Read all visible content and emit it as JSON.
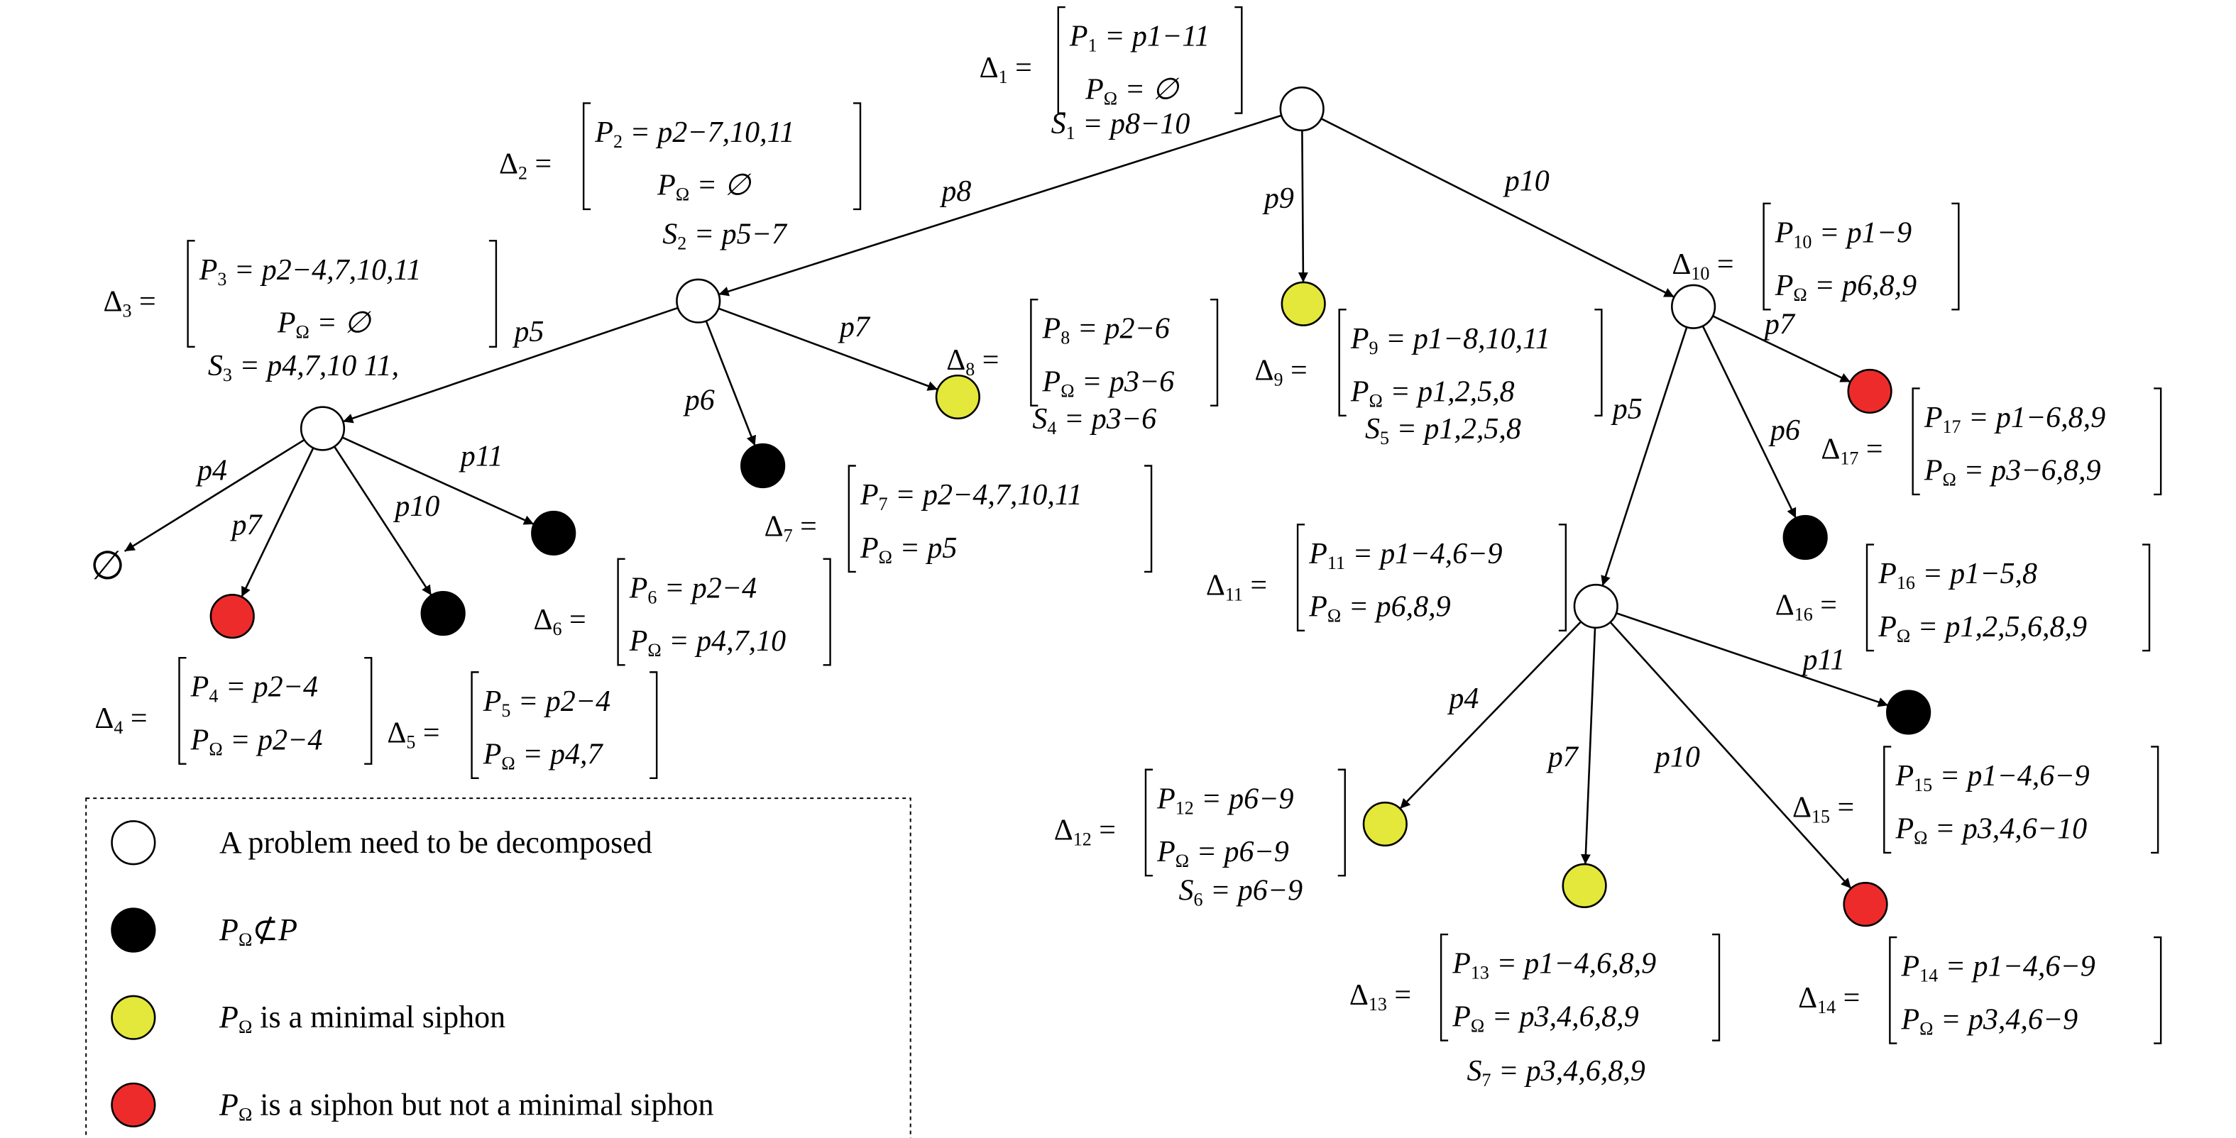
{
  "colors": {
    "unexpanded": "#ffffff",
    "not_subset": "#000000",
    "minimal_siphon": "#e3e83a",
    "non_minimal_siphon": "#ee2b2b"
  },
  "nodes": [
    {
      "id": "n1",
      "type": "unexpanded"
    },
    {
      "id": "n2",
      "type": "unexpanded"
    },
    {
      "id": "n3",
      "type": "unexpanded"
    },
    {
      "id": "n4",
      "type": "non_minimal_siphon"
    },
    {
      "id": "n5",
      "type": "not_subset"
    },
    {
      "id": "n6",
      "type": "not_subset"
    },
    {
      "id": "n7",
      "type": "not_subset"
    },
    {
      "id": "n8",
      "type": "minimal_siphon"
    },
    {
      "id": "n9",
      "type": "minimal_siphon"
    },
    {
      "id": "n10",
      "type": "unexpanded"
    },
    {
      "id": "n11",
      "type": "unexpanded"
    },
    {
      "id": "n12",
      "type": "minimal_siphon"
    },
    {
      "id": "n13",
      "type": "minimal_siphon"
    },
    {
      "id": "n14",
      "type": "non_minimal_siphon"
    },
    {
      "id": "n15",
      "type": "not_subset"
    },
    {
      "id": "n16",
      "type": "not_subset"
    },
    {
      "id": "n17",
      "type": "non_minimal_siphon"
    }
  ],
  "edges": [
    {
      "from": "n1",
      "to": "n2",
      "label": "p8"
    },
    {
      "from": "n1",
      "to": "n9",
      "label": "p9"
    },
    {
      "from": "n1",
      "to": "n10",
      "label": "p10"
    },
    {
      "from": "n2",
      "to": "n3",
      "label": "p5"
    },
    {
      "from": "n2",
      "to": "n7",
      "label": "p6"
    },
    {
      "from": "n2",
      "to": "n8",
      "label": "p7"
    },
    {
      "from": "n3",
      "to": "empty",
      "label": "p4"
    },
    {
      "from": "n3",
      "to": "n4",
      "label": "p7"
    },
    {
      "from": "n3",
      "to": "n5",
      "label": "p10"
    },
    {
      "from": "n3",
      "to": "n6",
      "label": "p11"
    },
    {
      "from": "n10",
      "to": "n11",
      "label": "p5"
    },
    {
      "from": "n10",
      "to": "n16",
      "label": "p6"
    },
    {
      "from": "n10",
      "to": "n17",
      "label": "p7"
    },
    {
      "from": "n11",
      "to": "n12",
      "label": "p4"
    },
    {
      "from": "n11",
      "to": "n13",
      "label": "p7"
    },
    {
      "from": "n11",
      "to": "n14",
      "label": "p10"
    },
    {
      "from": "n11",
      "to": "n15",
      "label": "p11"
    }
  ],
  "empty_set_symbol": "∅",
  "deltas": [
    {
      "name": "Δ",
      "index": "1",
      "p_name": "P",
      "p_index": "1",
      "p_value": "p1−11",
      "pomega_value": "∅",
      "s_name": "S",
      "s_index": "1",
      "s_value": "p8−10"
    },
    {
      "name": "Δ",
      "index": "2",
      "p_name": "P",
      "p_index": "2",
      "p_value": "p2−7,10,11",
      "pomega_value": "∅",
      "s_name": "S",
      "s_index": "2",
      "s_value": "p5−7"
    },
    {
      "name": "Δ",
      "index": "3",
      "p_name": "P",
      "p_index": "3",
      "p_value": "p2−4,7,10,11",
      "pomega_value": "∅",
      "s_name": "S",
      "s_index": "3",
      "s_value": "p4,7,10 11,"
    },
    {
      "name": "Δ",
      "index": "4",
      "p_name": "P",
      "p_index": "4",
      "p_value": "p2−4",
      "pomega_value": "p2−4"
    },
    {
      "name": "Δ",
      "index": "5",
      "p_name": "P",
      "p_index": "5",
      "p_value": "p2−4",
      "pomega_value": "p4,7"
    },
    {
      "name": "Δ",
      "index": "6",
      "p_name": "P",
      "p_index": "6",
      "p_value": "p2−4",
      "pomega_value": "p4,7,10"
    },
    {
      "name": "Δ",
      "index": "7",
      "p_name": "P",
      "p_index": "7",
      "p_value": "p2−4,7,10,11",
      "pomega_value": "p5"
    },
    {
      "name": "Δ",
      "index": "8",
      "p_name": "P",
      "p_index": "8",
      "p_value": "p2−6",
      "pomega_value": "p3−6",
      "s_name": "S",
      "s_index": "4",
      "s_value": "p3−6"
    },
    {
      "name": "Δ",
      "index": "9",
      "p_name": "P",
      "p_index": "9",
      "p_value": "p1−8,10,11",
      "pomega_value": "p1,2,5,8",
      "s_name": "S",
      "s_index": "5",
      "s_value": "p1,2,5,8"
    },
    {
      "name": "Δ",
      "index": "10",
      "p_name": "P",
      "p_index": "10",
      "p_value": "p1−9",
      "pomega_value": "p6,8,9"
    },
    {
      "name": "Δ",
      "index": "11",
      "p_name": "P",
      "p_index": "11",
      "p_value": "p1−4,6−9",
      "pomega_value": "p6,8,9"
    },
    {
      "name": "Δ",
      "index": "12",
      "p_name": "P",
      "p_index": "12",
      "p_value": "p6−9",
      "pomega_value": "p6−9",
      "s_name": "S",
      "s_index": "6",
      "s_value": "p6−9"
    },
    {
      "name": "Δ",
      "index": "13",
      "p_name": "P",
      "p_index": "13",
      "p_value": "p1−4,6,8,9",
      "pomega_value": "p3,4,6,8,9",
      "s_name": "S",
      "s_index": "7",
      "s_value": "p3,4,6,8,9"
    },
    {
      "name": "Δ",
      "index": "14",
      "p_name": "P",
      "p_index": "14",
      "p_value": "p1−4,6−9",
      "pomega_value": "p3,4,6−9"
    },
    {
      "name": "Δ",
      "index": "15",
      "p_name": "P",
      "p_index": "15",
      "p_value": "p1−4,6−9",
      "pomega_value": "p3,4,6−10"
    },
    {
      "name": "Δ",
      "index": "16",
      "p_name": "P",
      "p_index": "16",
      "p_value": "p1−5,8",
      "pomega_value": "p1,2,5,6,8,9"
    },
    {
      "name": "Δ",
      "index": "17",
      "p_name": "P",
      "p_index": "17",
      "p_value": "p1−6,8,9",
      "pomega_value": "p3−6,8,9"
    }
  ],
  "pomega": {
    "symbol": "P",
    "subscript": "Ω"
  },
  "legend": {
    "items": [
      {
        "type": "unexpanded",
        "text": "A problem need to be decomposed"
      },
      {
        "type": "not_subset",
        "math_symbol": "P",
        "math_sub": "Ω",
        "math_rel": "⊄",
        "math_rhs": "P"
      },
      {
        "type": "minimal_siphon",
        "math_symbol": "P",
        "math_sub": "Ω",
        "text": "is a minimal siphon"
      },
      {
        "type": "non_minimal_siphon",
        "math_symbol": "P",
        "math_sub": "Ω",
        "text": "is a siphon but not a minimal siphon"
      }
    ]
  }
}
